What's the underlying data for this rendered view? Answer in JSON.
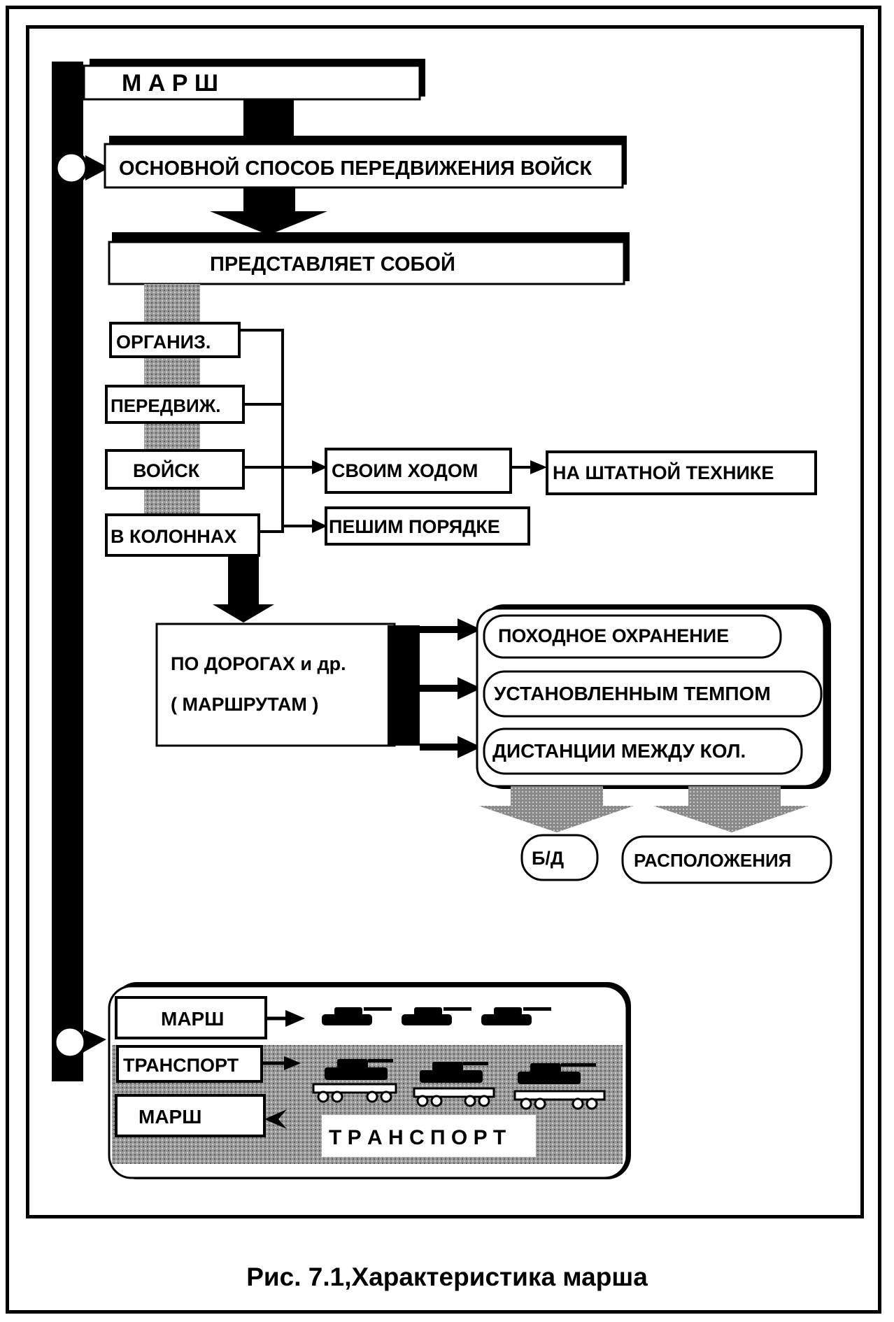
{
  "diagram": {
    "title": "М А Р Ш",
    "definition": "ОСНОВНОЙ СПОСОБ ПЕРЕДВИЖЕНИЯ ВОЙСК",
    "represents": "ПРЕДСТАВЛЯЕТ  СОБОЙ",
    "terms": [
      "ОРГАНИЗ.",
      "ПЕРЕДВИЖ.",
      "ВОЙСК",
      "В КОЛОННАХ"
    ],
    "movement": {
      "own_power": "СВОИМ ХОДОМ",
      "regular_equipment": "НА ШТАТНОЙ ТЕХНИКЕ",
      "on_foot": "ПЕШИМ ПОРЯДКЕ"
    },
    "routes_line1": "ПО ДОРОГАХ и др.",
    "routes_line2": "( МАРШРУТАМ )",
    "conditions": [
      "ПОХОДНОЕ ОХРАНЕНИЕ",
      "УСТАНОВЛЕННЫМ ТЕМПОМ",
      "ДИСТАНЦИИ МЕЖДУ КОЛ."
    ],
    "outcomes": [
      "Б/Д",
      "РАСПОЛОЖЕНИЯ"
    ],
    "methods": {
      "march": "МАРШ",
      "transport": "ТРАНСПОРТ",
      "march_2": "МАРШ",
      "transport_banner": "Т Р А Н С П О Р Т"
    }
  },
  "caption": "Рис. 7.1,Характеристика марша"
}
